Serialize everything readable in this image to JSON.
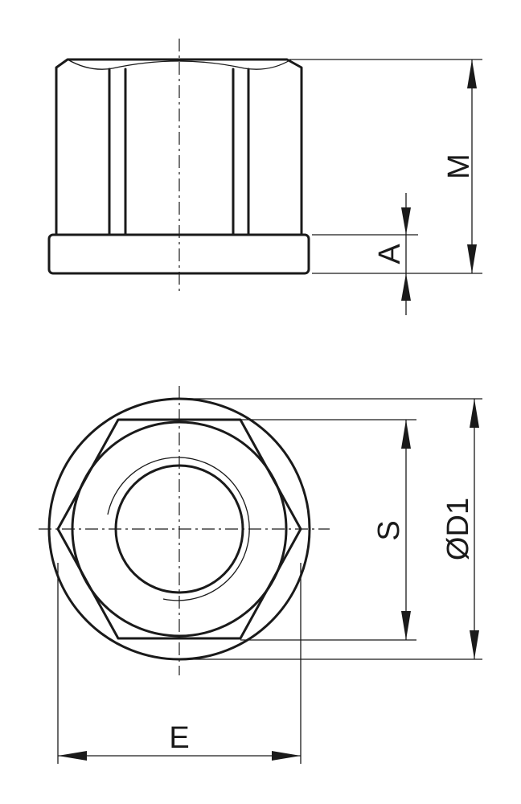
{
  "dimensions": {
    "M": "M",
    "A": "A",
    "S": "S",
    "D1": "D1",
    "E": "E"
  },
  "diameter_symbol": "Ø"
}
